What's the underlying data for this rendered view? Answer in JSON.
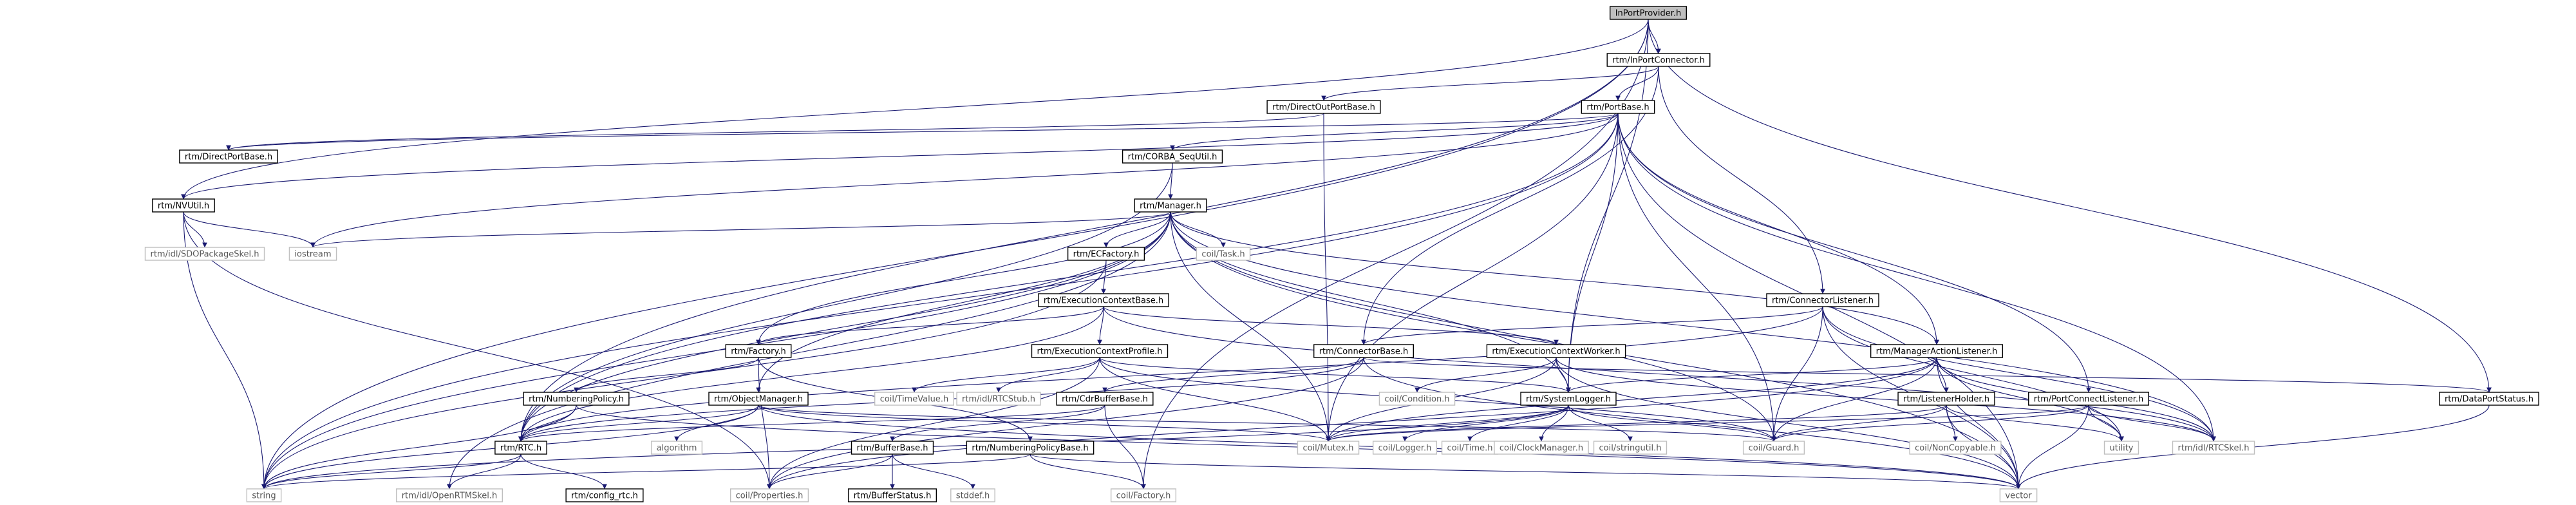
{
  "title": "InPortProvider.h",
  "colors": {
    "edge": "#191970",
    "node_border": "#000000",
    "external_border": "#bfbfbf",
    "root_fill": "#bfbfbf",
    "text": "#000000",
    "external_text": "#555555"
  },
  "nodes": [
    {
      "id": "InPortProvider",
      "label": "InPortProvider.h",
      "kind": "root"
    },
    {
      "id": "InPortConnector",
      "label": "rtm/InPortConnector.h",
      "kind": "file"
    },
    {
      "id": "DirectOutPortBase",
      "label": "rtm/DirectOutPortBase.h",
      "kind": "file"
    },
    {
      "id": "PortBase",
      "label": "rtm/PortBase.h",
      "kind": "file"
    },
    {
      "id": "DirectPortBase",
      "label": "rtm/DirectPortBase.h",
      "kind": "file"
    },
    {
      "id": "CORBA_SeqUtil",
      "label": "rtm/CORBA_SeqUtil.h",
      "kind": "file"
    },
    {
      "id": "NVUtil",
      "label": "rtm/NVUtil.h",
      "kind": "file"
    },
    {
      "id": "Manager",
      "label": "rtm/Manager.h",
      "kind": "file"
    },
    {
      "id": "SDOPackageSkel",
      "label": "rtm/idl/SDOPackageSkel.h",
      "kind": "external"
    },
    {
      "id": "iostream",
      "label": "iostream",
      "kind": "external"
    },
    {
      "id": "ECFactory",
      "label": "rtm/ECFactory.h",
      "kind": "file"
    },
    {
      "id": "Task",
      "label": "coil/Task.h",
      "kind": "external"
    },
    {
      "id": "ExecutionContextBase",
      "label": "rtm/ExecutionContextBase.h",
      "kind": "file"
    },
    {
      "id": "ConnectorListener",
      "label": "rtm/ConnectorListener.h",
      "kind": "file"
    },
    {
      "id": "Factory",
      "label": "rtm/Factory.h",
      "kind": "file"
    },
    {
      "id": "ExecutionContextProfile",
      "label": "rtm/ExecutionContextProfile.h",
      "kind": "file"
    },
    {
      "id": "ConnectorBase",
      "label": "rtm/ConnectorBase.h",
      "kind": "file"
    },
    {
      "id": "ExecutionContextWorker",
      "label": "rtm/ExecutionContextWorker.h",
      "kind": "file"
    },
    {
      "id": "ManagerActionListener",
      "label": "rtm/ManagerActionListener.h",
      "kind": "file"
    },
    {
      "id": "DataPortStatus",
      "label": "rtm/DataPortStatus.h",
      "kind": "file"
    },
    {
      "id": "NumberingPolicy",
      "label": "rtm/NumberingPolicy.h",
      "kind": "file"
    },
    {
      "id": "ObjectManager",
      "label": "rtm/ObjectManager.h",
      "kind": "file"
    },
    {
      "id": "TimeValue",
      "label": "coil/TimeValue.h",
      "kind": "external"
    },
    {
      "id": "RTCStub",
      "label": "rtm/idl/RTCStub.h",
      "kind": "external"
    },
    {
      "id": "CdrBufferBase",
      "label": "rtm/CdrBufferBase.h",
      "kind": "file"
    },
    {
      "id": "Condition",
      "label": "coil/Condition.h",
      "kind": "external"
    },
    {
      "id": "SystemLogger",
      "label": "rtm/SystemLogger.h",
      "kind": "file"
    },
    {
      "id": "ListenerHolder",
      "label": "rtm/ListenerHolder.h",
      "kind": "file"
    },
    {
      "id": "PortConnectListener",
      "label": "rtm/PortConnectListener.h",
      "kind": "file"
    },
    {
      "id": "RTC",
      "label": "rtm/RTC.h",
      "kind": "file"
    },
    {
      "id": "algorithm",
      "label": "algorithm",
      "kind": "external"
    },
    {
      "id": "BufferBase",
      "label": "rtm/BufferBase.h",
      "kind": "file"
    },
    {
      "id": "NumberingPolicyBase",
      "label": "rtm/NumberingPolicyBase.h",
      "kind": "file"
    },
    {
      "id": "Mutex",
      "label": "coil/Mutex.h",
      "kind": "external"
    },
    {
      "id": "Logger",
      "label": "coil/Logger.h",
      "kind": "external"
    },
    {
      "id": "Time",
      "label": "coil/Time.h",
      "kind": "external"
    },
    {
      "id": "ClockManager",
      "label": "coil/ClockManager.h",
      "kind": "external"
    },
    {
      "id": "stringutil",
      "label": "coil/stringutil.h",
      "kind": "external"
    },
    {
      "id": "Guard",
      "label": "coil/Guard.h",
      "kind": "external"
    },
    {
      "id": "NonCopyable",
      "label": "coil/NonCopyable.h",
      "kind": "external"
    },
    {
      "id": "utility",
      "label": "utility",
      "kind": "external"
    },
    {
      "id": "RTCSkel",
      "label": "rtm/idl/RTCSkel.h",
      "kind": "external"
    },
    {
      "id": "string",
      "label": "string",
      "kind": "external"
    },
    {
      "id": "OpenRTMSkel",
      "label": "rtm/idl/OpenRTMSkel.h",
      "kind": "external"
    },
    {
      "id": "config_rtc",
      "label": "rtm/config_rtc.h",
      "kind": "file"
    },
    {
      "id": "Properties",
      "label": "coil/Properties.h",
      "kind": "external"
    },
    {
      "id": "BufferStatus",
      "label": "rtm/BufferStatus.h",
      "kind": "file"
    },
    {
      "id": "stddef",
      "label": "stddef.h",
      "kind": "external"
    },
    {
      "id": "coilFactory",
      "label": "coil/Factory.h",
      "kind": "external"
    },
    {
      "id": "vector",
      "label": "vector",
      "kind": "external"
    }
  ],
  "edges": [
    [
      "InPortProvider",
      "InPortConnector"
    ],
    [
      "InPortProvider",
      "NVUtil"
    ],
    [
      "InPortProvider",
      "string"
    ],
    [
      "InPortProvider",
      "RTC"
    ],
    [
      "InPortProvider",
      "SystemLogger"
    ],
    [
      "InPortProvider",
      "DataPortStatus"
    ],
    [
      "InPortProvider",
      "coilFactory"
    ],
    [
      "InPortConnector",
      "DirectOutPortBase"
    ],
    [
      "InPortConnector",
      "PortBase"
    ],
    [
      "InPortConnector",
      "ConnectorBase"
    ],
    [
      "InPortConnector",
      "ConnectorListener"
    ],
    [
      "DirectOutPortBase",
      "DirectPortBase"
    ],
    [
      "DirectOutPortBase",
      "Mutex"
    ],
    [
      "PortBase",
      "DirectPortBase"
    ],
    [
      "PortBase",
      "CORBA_SeqUtil"
    ],
    [
      "PortBase",
      "NVUtil"
    ],
    [
      "PortBase",
      "string"
    ],
    [
      "PortBase",
      "vector"
    ],
    [
      "PortBase",
      "iostream"
    ],
    [
      "PortBase",
      "RTCSkel"
    ],
    [
      "PortBase",
      "Guard"
    ],
    [
      "PortBase",
      "Mutex"
    ],
    [
      "PortBase",
      "SystemLogger"
    ],
    [
      "PortBase",
      "ManagerActionListener"
    ],
    [
      "PortBase",
      "PortConnectListener"
    ],
    [
      "PortBase",
      "RTC"
    ],
    [
      "CORBA_SeqUtil",
      "Manager"
    ],
    [
      "CORBA_SeqUtil",
      "RTC"
    ],
    [
      "NVUtil",
      "SDOPackageSkel"
    ],
    [
      "NVUtil",
      "iostream"
    ],
    [
      "NVUtil",
      "string"
    ],
    [
      "NVUtil",
      "Properties"
    ],
    [
      "Manager",
      "iostream"
    ],
    [
      "Manager",
      "Task"
    ],
    [
      "Manager",
      "ECFactory"
    ],
    [
      "Manager",
      "Factory"
    ],
    [
      "Manager",
      "ObjectManager"
    ],
    [
      "Manager",
      "SystemLogger"
    ],
    [
      "Manager",
      "Mutex"
    ],
    [
      "Manager",
      "Guard"
    ],
    [
      "Manager",
      "string"
    ],
    [
      "Manager",
      "vector"
    ],
    [
      "Manager",
      "RTCSkel"
    ],
    [
      "Manager",
      "OpenRTMSkel"
    ],
    [
      "Manager",
      "RTC"
    ],
    [
      "Manager",
      "ManagerActionListener"
    ],
    [
      "ECFactory",
      "ExecutionContextBase"
    ],
    [
      "ECFactory",
      "string"
    ],
    [
      "ExecutionContextBase",
      "Factory"
    ],
    [
      "ExecutionContextBase",
      "ExecutionContextProfile"
    ],
    [
      "ExecutionContextBase",
      "ExecutionContextWorker"
    ],
    [
      "ExecutionContextBase",
      "RTCSkel"
    ],
    [
      "ExecutionContextBase",
      "RTC"
    ],
    [
      "ConnectorListener",
      "ConnectorBase"
    ],
    [
      "ConnectorListener",
      "Guard"
    ],
    [
      "ConnectorListener",
      "RTC"
    ],
    [
      "ConnectorListener",
      "RTCSkel"
    ],
    [
      "ConnectorListener",
      "vector"
    ],
    [
      "ConnectorListener",
      "utility"
    ],
    [
      "Factory",
      "NumberingPolicy"
    ],
    [
      "Factory",
      "Properties"
    ],
    [
      "Factory",
      "NumberingPolicyBase"
    ],
    [
      "ExecutionContextProfile",
      "TimeValue"
    ],
    [
      "ExecutionContextProfile",
      "RTCStub"
    ],
    [
      "ExecutionContextProfile",
      "Mutex"
    ],
    [
      "ExecutionContextProfile",
      "Guard"
    ],
    [
      "ExecutionContextProfile",
      "Properties"
    ],
    [
      "ExecutionContextProfile",
      "SystemLogger"
    ],
    [
      "ConnectorBase",
      "CdrBufferBase"
    ],
    [
      "ConnectorBase",
      "DataPortStatus"
    ],
    [
      "ConnectorBase",
      "Properties"
    ],
    [
      "ConnectorBase",
      "vector"
    ],
    [
      "ConnectorBase",
      "RTC"
    ],
    [
      "ExecutionContextWorker",
      "Condition"
    ],
    [
      "ExecutionContextWorker",
      "SystemLogger"
    ],
    [
      "ExecutionContextWorker",
      "vector"
    ],
    [
      "ExecutionContextWorker",
      "Mutex"
    ],
    [
      "ExecutionContextWorker",
      "RTCSkel"
    ],
    [
      "ManagerActionListener",
      "ListenerHolder"
    ],
    [
      "ManagerActionListener",
      "SystemLogger"
    ],
    [
      "ManagerActionListener",
      "Mutex"
    ],
    [
      "ManagerActionListener",
      "Guard"
    ],
    [
      "ManagerActionListener",
      "Properties"
    ],
    [
      "ManagerActionListener",
      "vector"
    ],
    [
      "ManagerActionListener",
      "RTCSkel"
    ],
    [
      "ManagerActionListener",
      "utility"
    ],
    [
      "DataPortStatus",
      "vector"
    ],
    [
      "NumberingPolicy",
      "RTC"
    ],
    [
      "NumberingPolicy",
      "string"
    ],
    [
      "NumberingPolicy",
      "vector"
    ],
    [
      "ObjectManager",
      "RTC"
    ],
    [
      "ObjectManager",
      "algorithm"
    ],
    [
      "ObjectManager",
      "Mutex"
    ],
    [
      "ObjectManager",
      "Guard"
    ],
    [
      "ObjectManager",
      "string"
    ],
    [
      "ObjectManager",
      "vector"
    ],
    [
      "CdrBufferBase",
      "RTC"
    ],
    [
      "CdrBufferBase",
      "BufferBase"
    ],
    [
      "CdrBufferBase",
      "coilFactory"
    ],
    [
      "SystemLogger",
      "Logger"
    ],
    [
      "SystemLogger",
      "Time"
    ],
    [
      "SystemLogger",
      "ClockManager"
    ],
    [
      "SystemLogger",
      "stringutil"
    ],
    [
      "SystemLogger",
      "Mutex"
    ],
    [
      "SystemLogger",
      "Guard"
    ],
    [
      "SystemLogger",
      "string"
    ],
    [
      "ListenerHolder",
      "Mutex"
    ],
    [
      "ListenerHolder",
      "Guard"
    ],
    [
      "ListenerHolder",
      "NonCopyable"
    ],
    [
      "ListenerHolder",
      "vector"
    ],
    [
      "ListenerHolder",
      "utility"
    ],
    [
      "PortConnectListener",
      "Guard"
    ],
    [
      "PortConnectListener",
      "Mutex"
    ],
    [
      "PortConnectListener",
      "RTCSkel"
    ],
    [
      "PortConnectListener",
      "vector"
    ],
    [
      "PortConnectListener",
      "utility"
    ],
    [
      "RTC",
      "string"
    ],
    [
      "RTC",
      "OpenRTMSkel"
    ],
    [
      "RTC",
      "config_rtc"
    ],
    [
      "BufferBase",
      "BufferStatus"
    ],
    [
      "BufferBase",
      "stddef"
    ],
    [
      "BufferBase",
      "Properties"
    ],
    [
      "NumberingPolicyBase",
      "coilFactory"
    ],
    [
      "NumberingPolicyBase",
      "vector"
    ],
    [
      "NumberingPolicyBase",
      "string"
    ]
  ]
}
